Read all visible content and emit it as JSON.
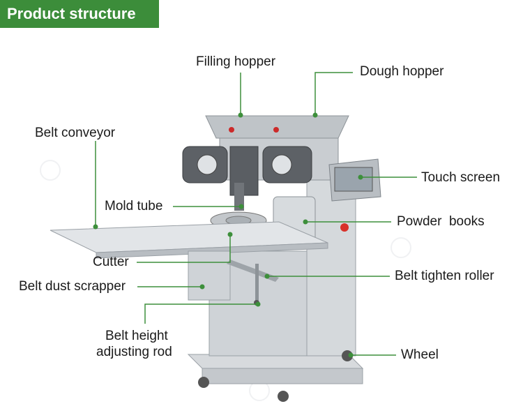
{
  "title": "Product structure",
  "colors": {
    "header_bg": "#3c8d3a",
    "leader_line": "#3d8f3b",
    "dot": "#3d8f3b",
    "machine_steel": "#c9cdd1"
  },
  "labels": {
    "filling_hopper": "Filling hopper",
    "dough_hopper": "Dough hopper",
    "belt_conveyor": "Belt conveyor",
    "touch_screen": "Touch screen",
    "mold_tube": "Mold tube",
    "powder_books": "Powder  books",
    "cutter": "Cutter",
    "belt_tighten_roller": "Belt tighten roller",
    "belt_dust_scrapper": "Belt dust scrapper",
    "belt_height_line1": "Belt height",
    "belt_height_line2": "adjusting rod",
    "wheel": "Wheel"
  }
}
